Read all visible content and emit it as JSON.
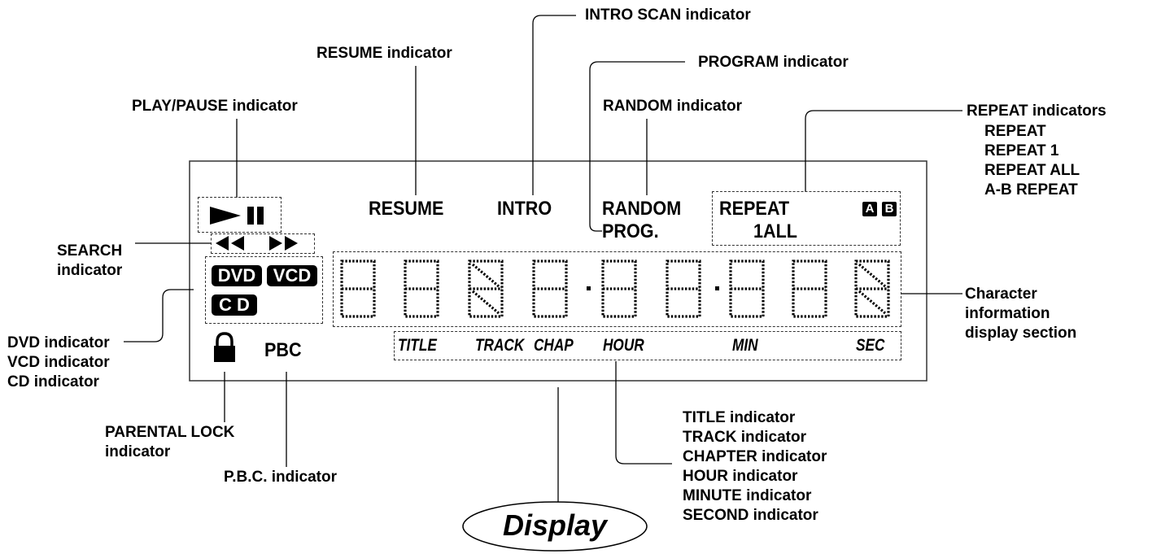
{
  "labels": {
    "intro_scan": "INTRO SCAN  indicator",
    "resume": "RESUME indicator",
    "program": "PROGRAM indicator",
    "random": "RANDOM  indicator",
    "play_pause": "PLAY/PAUSE indicator",
    "repeat_title": "REPEAT indicators",
    "repeat_list": [
      "REPEAT",
      "REPEAT 1",
      "REPEAT ALL",
      "A-B REPEAT"
    ],
    "search": [
      "SEARCH",
      "indicator"
    ],
    "character_info": [
      "Character",
      "information",
      "display section"
    ],
    "disc": [
      "DVD indicator",
      "VCD indicator",
      "CD indicator"
    ],
    "parental": [
      "PARENTAL LOCK",
      "indicator"
    ],
    "pbc": "P.B.C. indicator",
    "time_units": [
      "TITLE indicator",
      "TRACK indicator",
      "CHAPTER indicator",
      "HOUR indicator",
      "MINUTE indicator",
      "SECOND indicator"
    ]
  },
  "panel": {
    "resume": "RESUME",
    "intro": "INTRO",
    "random": "RANDOM",
    "prog": "PROG.",
    "repeat": "REPEAT",
    "repeat_sub": "1ALL",
    "ab_a": "A",
    "ab_b": "B",
    "dvd": "DVD",
    "vcd": "VCD",
    "cd": "C D",
    "pbc": "PBC",
    "units": {
      "title": "TITLE",
      "track": "TRACK",
      "chap": "CHAP",
      "hour": "HOUR",
      "min": "MIN",
      "sec": "SEC"
    }
  },
  "caption": "Display",
  "icons": {
    "play": "play-triangle-icon",
    "pause": "pause-bars-icon",
    "rewind": "rewind-icon",
    "fast_forward": "fast-forward-icon",
    "lock": "padlock-icon"
  }
}
